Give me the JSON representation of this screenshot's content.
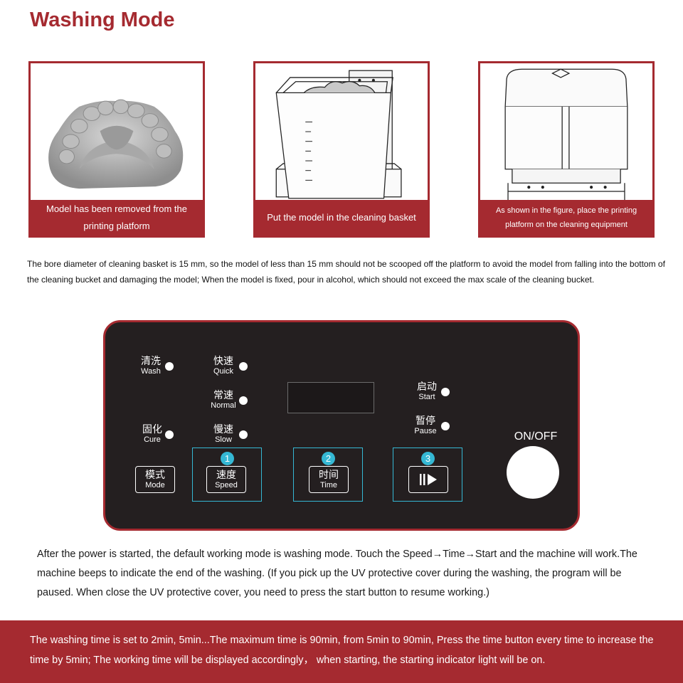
{
  "title": "Washing Mode",
  "steps": [
    {
      "caption": "Model has been removed from the printing platform",
      "image": "dental-model-image"
    },
    {
      "caption": "Put the model in the cleaning basket",
      "image": "cleaning-basket-image"
    },
    {
      "caption": "As shown in the figure, place the printing platform on the cleaning equipment",
      "image": "cleaning-machine-image"
    }
  ],
  "note": "The bore diameter of cleaning basket is 15 mm, so the model of less than 15 mm should not be scooped off the platform to avoid the model from falling into the bottom of the cleaning bucket and damaging the model; When the model is fixed, pour in alcohol, which should not exceed the max scale of the cleaning bucket.",
  "panel": {
    "wash": {
      "cn": "清洗",
      "en": "Wash"
    },
    "cure": {
      "cn": "固化",
      "en": "Cure"
    },
    "quick": {
      "cn": "快速",
      "en": "Quick"
    },
    "normal": {
      "cn": "常速",
      "en": "Normal"
    },
    "slow": {
      "cn": "慢速",
      "en": "Slow"
    },
    "start": {
      "cn": "启动",
      "en": "Start"
    },
    "pause": {
      "cn": "暂停",
      "en": "Pause"
    },
    "mode_btn": {
      "cn": "模式",
      "en": "Mode"
    },
    "speed_btn": {
      "cn": "速度",
      "en": "Speed"
    },
    "time_btn": {
      "cn": "时间",
      "en": "Time"
    },
    "play_pause_icon": "play-pause-icon",
    "step_numbers": [
      "1",
      "2",
      "3"
    ],
    "onoff": "ON/OFF",
    "accent_color": "#35b8d4"
  },
  "description": "After the power is started, the default working mode is washing mode. Touch the Speed→Time→Start and the machine will work.The machine beeps to indicate the end of the washing. (If you pick up the UV protective cover during the washing, the program will be paused. When close the UV protective cover, you need to press the start button to resume working.)",
  "footer": "The washing time is set to 2min, 5min...The maximum time is 90min, from 5min to 90min, Press the time button every time to increase the time by 5min; The working time will be displayed accordingly， when starting, the starting indicator light will be on.",
  "colors": {
    "brand": "#a52a30",
    "panel_bg": "#241f20",
    "accent": "#35b8d4"
  }
}
